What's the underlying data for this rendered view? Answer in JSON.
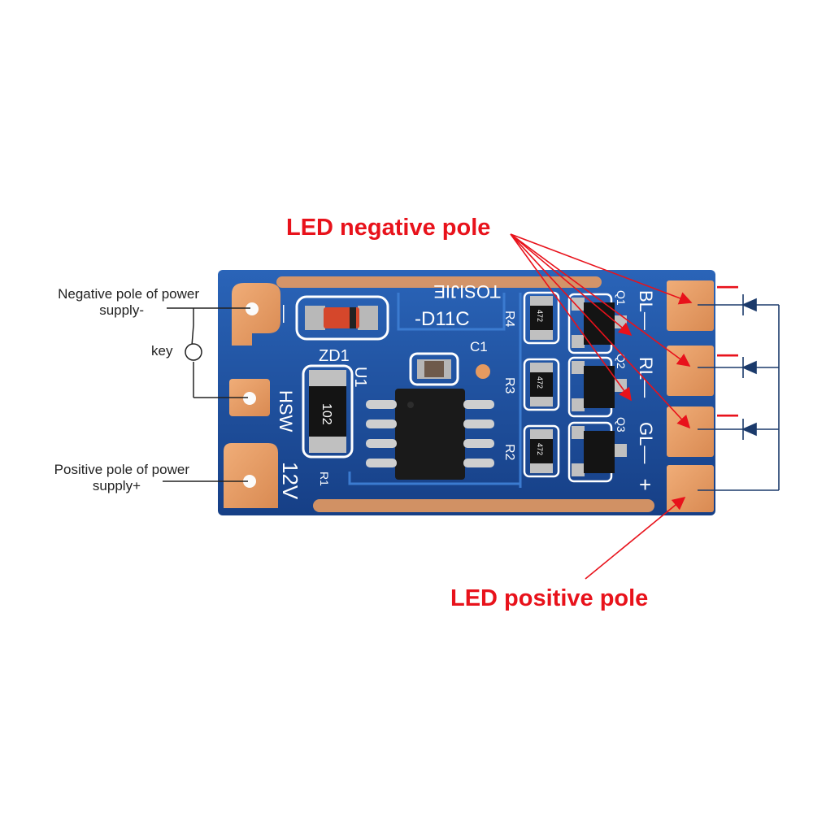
{
  "labels": {
    "neg_power_line1": "Negative pole of power",
    "neg_power_line2": "supply-",
    "key": "key",
    "pos_power_line1": "Positive pole of power",
    "pos_power_line2": "supply+",
    "led_negative": "LED negative pole",
    "led_positive": "LED positive pole"
  },
  "silkscreen": {
    "top_code": "TOSIJIE",
    "chip_code": "-D11C",
    "zd1": "ZD1",
    "u1": "U1",
    "c1": "C1",
    "r4": "R4",
    "r3": "R3",
    "r2": "R2",
    "r1": "R1",
    "q1": "Q1",
    "q2": "Q2",
    "q3": "Q3",
    "hsw": "HSW",
    "v12": "12V",
    "minus": "—",
    "plus": "+",
    "bl": "BL—",
    "rl": "RL—",
    "gl": "GL—",
    "res_102": "102",
    "res_472_a": "472",
    "res_472_b": "472",
    "res_472_c": "472",
    "led_minus_a": "—",
    "led_minus_b": "—",
    "led_minus_c": "—"
  },
  "colors": {
    "board": "#1c4f9c",
    "pad": "#e79a62",
    "annotation_red": "#e8121b",
    "wire": "#1b3a6b"
  }
}
